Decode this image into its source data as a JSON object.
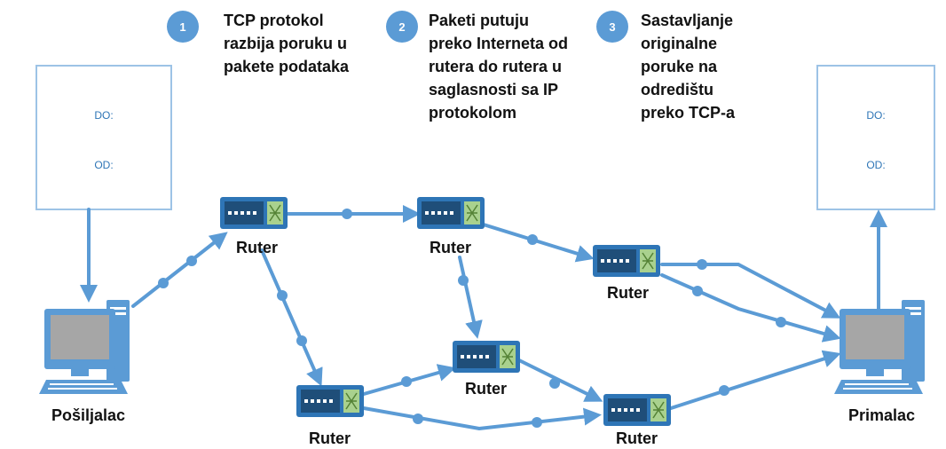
{
  "steps": [
    {
      "number": "1",
      "text": "TCP protokol\nrazbija poruku u\npakete podataka"
    },
    {
      "number": "2",
      "text": "Paketi putuju\npreko Interneta od\nrutera do rutera u\nsaglasnosti sa IP\nprotokolom"
    },
    {
      "number": "3",
      "text": "Sastavljanje\noriginalne\nporuke na\nodredištu\npreko TCP-a"
    }
  ],
  "sender_box": {
    "to_label": "DO:",
    "from_label": "OD:"
  },
  "receiver_box": {
    "to_label": "DO:",
    "from_label": "OD:"
  },
  "sender": {
    "label": "Pošiljalac"
  },
  "receiver": {
    "label": "Primalac"
  },
  "routers": [
    {
      "label": "Ruter"
    },
    {
      "label": "Ruter"
    },
    {
      "label": "Ruter"
    },
    {
      "label": "Ruter"
    },
    {
      "label": "Ruter"
    },
    {
      "label": "Ruter"
    }
  ],
  "colors": {
    "arrow": "#5b9bd5",
    "router_body": "#2e75b6",
    "router_port": "#a9d18e",
    "computer": "#5b9bd5",
    "screen": "#a6a6a6",
    "box_border": "#9dc3e6",
    "badge": "#5b9bd5"
  }
}
